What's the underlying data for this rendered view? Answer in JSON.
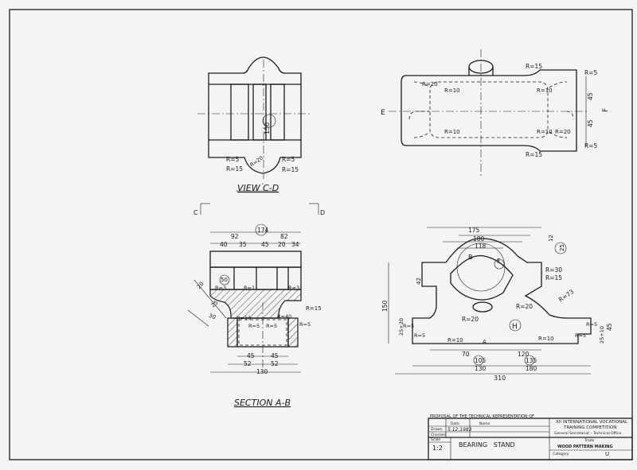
{
  "views": {
    "view_cd": {
      "title": "VIEW C-D",
      "dim_150": "150",
      "r5_left": "R=5",
      "r15_left": "R=15",
      "r5_right": "R=5",
      "r15_right": "R=15",
      "r20": "R=20"
    },
    "plan": {
      "label_e": "E",
      "label_f": "F",
      "r15_top": "R=15",
      "r15_bottom": "R=15",
      "r20_tl": "R=20",
      "r20_br": "R=20",
      "r10_a": "R=10",
      "r10_b": "R=10",
      "r10_c": "R=10",
      "r10_d": "R=10",
      "r5_top": "R=5",
      "r5_bottom": "R=5",
      "dim_45a": "45",
      "dim_45b": "45"
    },
    "section_ab": {
      "title": "SECTION A-B",
      "label_c": "C",
      "label_d": "D",
      "dim_174": "174",
      "dim_92": "92",
      "dim_82": "82",
      "dim_40": "40",
      "dim_35": "35",
      "dim_45": "45",
      "dim_20": "20",
      "dim_34": "34",
      "dim_50": "50",
      "r3a": "R=3",
      "r1": "R=1",
      "r3b": "R=3",
      "dim_20v": "20",
      "dim_25": "25",
      "dim_30": "30",
      "r15": "R=15",
      "r10": "R=10",
      "r5a": "R=5",
      "r5b": "R=5",
      "r5c": "R=5",
      "r40": "R=40",
      "dim_45l": "45",
      "dim_45r": "45",
      "dim_52l": "52",
      "dim_52r": "52",
      "dim_130": "130"
    },
    "front": {
      "dim_175": "175",
      "dim_180": "180",
      "dim_118": "118",
      "label_b": "B",
      "label_a": "A",
      "label_h": "H",
      "r30": "R=30",
      "r15": "R=15",
      "r73": "R=73",
      "r20a": "R=20",
      "r20b": "R=20",
      "r10a": "R=10",
      "r10b": "R=10",
      "r5a": "R=5",
      "r5b": "R=5",
      "r5c": "R=5",
      "r5d": "R=5",
      "dim_150": "150",
      "dim_25_20": "25+20",
      "dim_42": "42",
      "dim_12": "12",
      "dim_25": "25",
      "dim_45": "45",
      "dim_25_10": "25+10",
      "dim_70": "70",
      "dim_120": "120",
      "dim_105": "105",
      "dim_135": "135",
      "dim_130": "130",
      "dim_180b": "180",
      "dim_310": "310"
    }
  },
  "title_block": {
    "proposal": "PROPOSAL OF THE TECHNICAL REPRESENTATION OF",
    "drawn": "Drawn",
    "checked": "Checked",
    "date_hdr": "Date",
    "name_hdr": "Name",
    "date_val": "5.12.1983",
    "org1": "XII INTERNATIONAL VOCATIONAL",
    "org2": "TRAINING COMPETITION",
    "org3": "General Secretariat – Technical Office",
    "scale_hdr": "Scale",
    "scale": "1:2",
    "title": "BEARING   STAND",
    "trade_hdr": "Trade",
    "trade": "WOOD PATTERN MAKING",
    "category_hdr": "Category",
    "category": "U"
  }
}
